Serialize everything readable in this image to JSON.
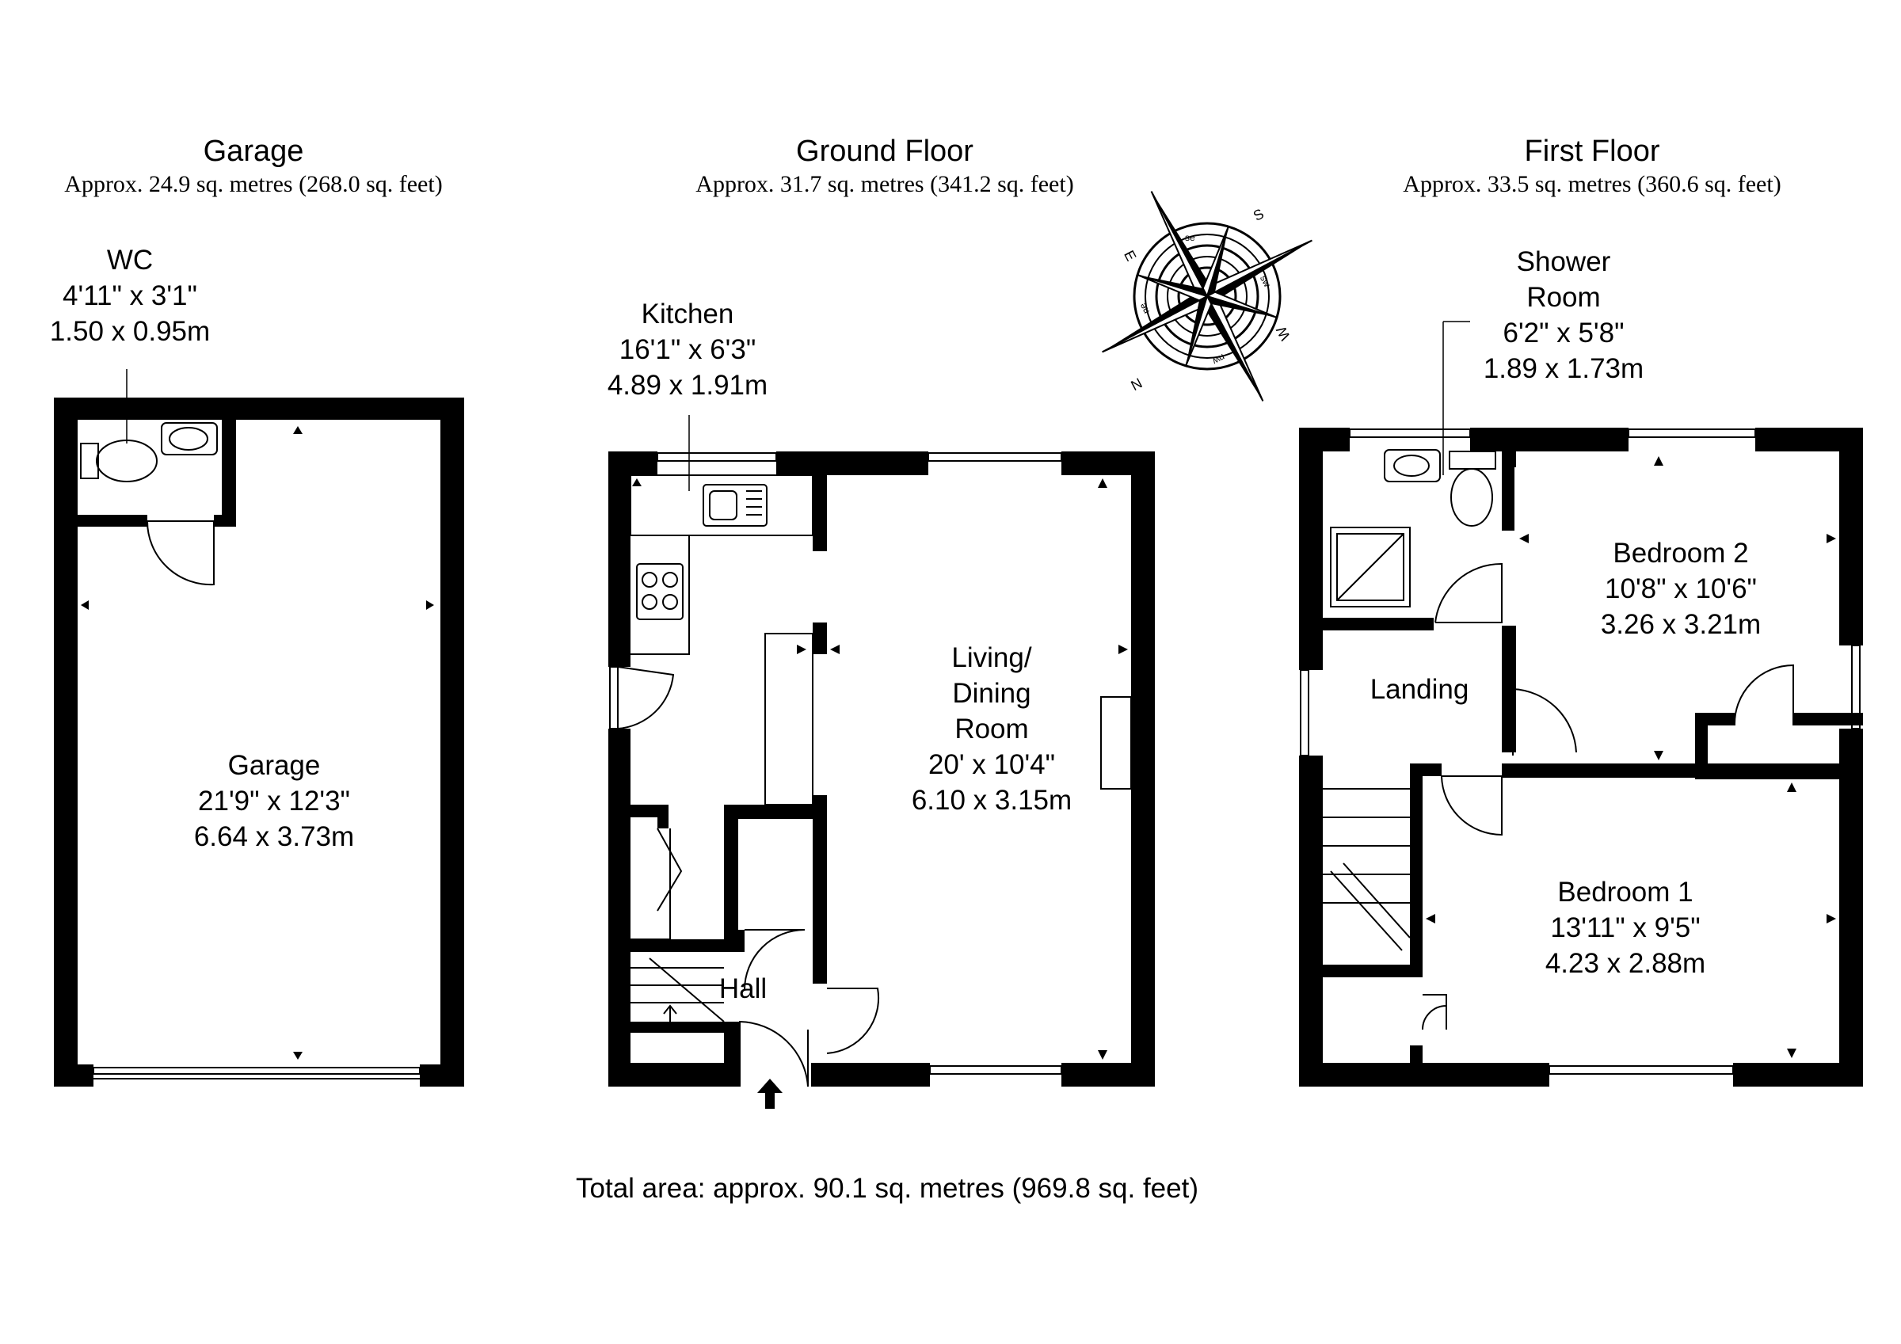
{
  "headers": {
    "garage": {
      "title": "Garage",
      "area": "Approx. 24.9 sq. metres (268.0 sq. feet)"
    },
    "ground": {
      "title": "Ground Floor",
      "area": "Approx. 31.7 sq. metres (341.2 sq. feet)"
    },
    "first": {
      "title": "First Floor",
      "area": "Approx. 33.5 sq. metres (360.6 sq. feet)"
    }
  },
  "rooms": {
    "wc": {
      "name": "WC",
      "imperial": "4'11\" x 3'1\"",
      "metric": "1.50 x 0.95m"
    },
    "garage": {
      "name": "Garage",
      "imperial": "21'9\" x 12'3\"",
      "metric": "6.64 x 3.73m"
    },
    "kitchen": {
      "name": "Kitchen",
      "imperial": "16'1\" x 6'3\"",
      "metric": "4.89 x 1.91m"
    },
    "living": {
      "name_1": "Living/",
      "name_2": "Dining",
      "name_3": "Room",
      "imperial": "20' x 10'4\"",
      "metric": "6.10 x 3.15m"
    },
    "hall": {
      "name": "Hall"
    },
    "shower": {
      "name_1": "Shower",
      "name_2": "Room",
      "imperial": "6'2\" x 5'8\"",
      "metric": "1.89 x 1.73m"
    },
    "bedroom2": {
      "name": "Bedroom 2",
      "imperial": "10'8\" x 10'6\"",
      "metric": "3.26 x 3.21m"
    },
    "landing": {
      "name": "Landing"
    },
    "bedroom1": {
      "name": "Bedroom 1",
      "imperial": "13'11\" x 9'5\"",
      "metric": "4.23 x 2.88m"
    }
  },
  "total_area": "Total area: approx. 90.1 sq. metres (969.8 sq. feet)",
  "compass": {
    "icon": "compass-rose-icon",
    "letters": [
      "S",
      "E",
      "N",
      "W",
      "se",
      "sw",
      "ne",
      "nw"
    ]
  },
  "colors": {
    "wall": "#000000",
    "background": "#ffffff",
    "fixture": "#555555"
  }
}
